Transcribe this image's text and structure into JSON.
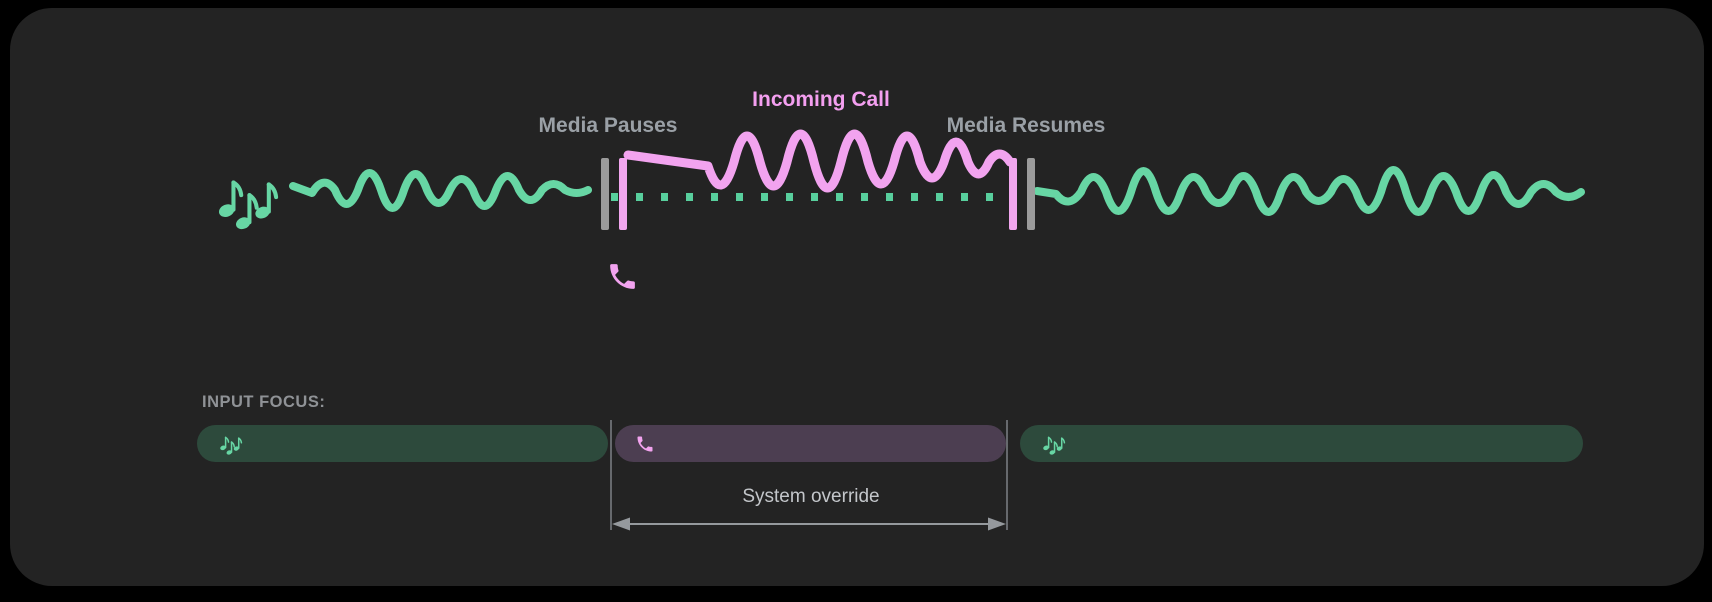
{
  "diagram": {
    "labels": {
      "media_pauses": "Media Pauses",
      "incoming_call": "Incoming Call",
      "media_resumes": "Media Resumes"
    },
    "icons": {
      "media_source": "music-notes-icon",
      "call_source": "phone-handset-icon"
    },
    "waveforms": [
      {
        "name": "media-playing",
        "color": "#67d6a4",
        "style": "solid"
      },
      {
        "name": "incoming-call",
        "color": "#f2a3ef",
        "style": "solid"
      },
      {
        "name": "media-paused",
        "color": "#67d6a4",
        "style": "dotted"
      },
      {
        "name": "media-resumed",
        "color": "#67d6a4",
        "style": "solid"
      }
    ],
    "markers": {
      "pause": [
        "gray-bar",
        "pink-bar"
      ],
      "resume": [
        "pink-bar",
        "gray-bar"
      ]
    }
  },
  "input_focus": {
    "heading": "INPUT FOCUS:",
    "segments": [
      {
        "type": "media",
        "icon": "music-notes-icon",
        "color": "#2d4a3c"
      },
      {
        "type": "call",
        "icon": "phone-handset-icon",
        "color": "#4c3e51"
      },
      {
        "type": "media",
        "icon": "music-notes-icon",
        "color": "#2d4a3c"
      }
    ],
    "annotation": "System override"
  },
  "colors": {
    "page_background": "#000000",
    "card_background": "#232323",
    "media_green": "#67d6a4",
    "call_pink": "#f2a3ef",
    "incoming_call_text": "#f49ff0",
    "media_label_text": "#9aa0a6",
    "focus_bar_green": "#2d4a3c",
    "focus_bar_purple": "#4c3e51",
    "marker_gray": "#9b9b9b",
    "override_line_gray": "#66696d",
    "annotation_text": "#c3c6ca",
    "arrow_gray": "#95999d",
    "input_focus_text": "#8f9296"
  }
}
